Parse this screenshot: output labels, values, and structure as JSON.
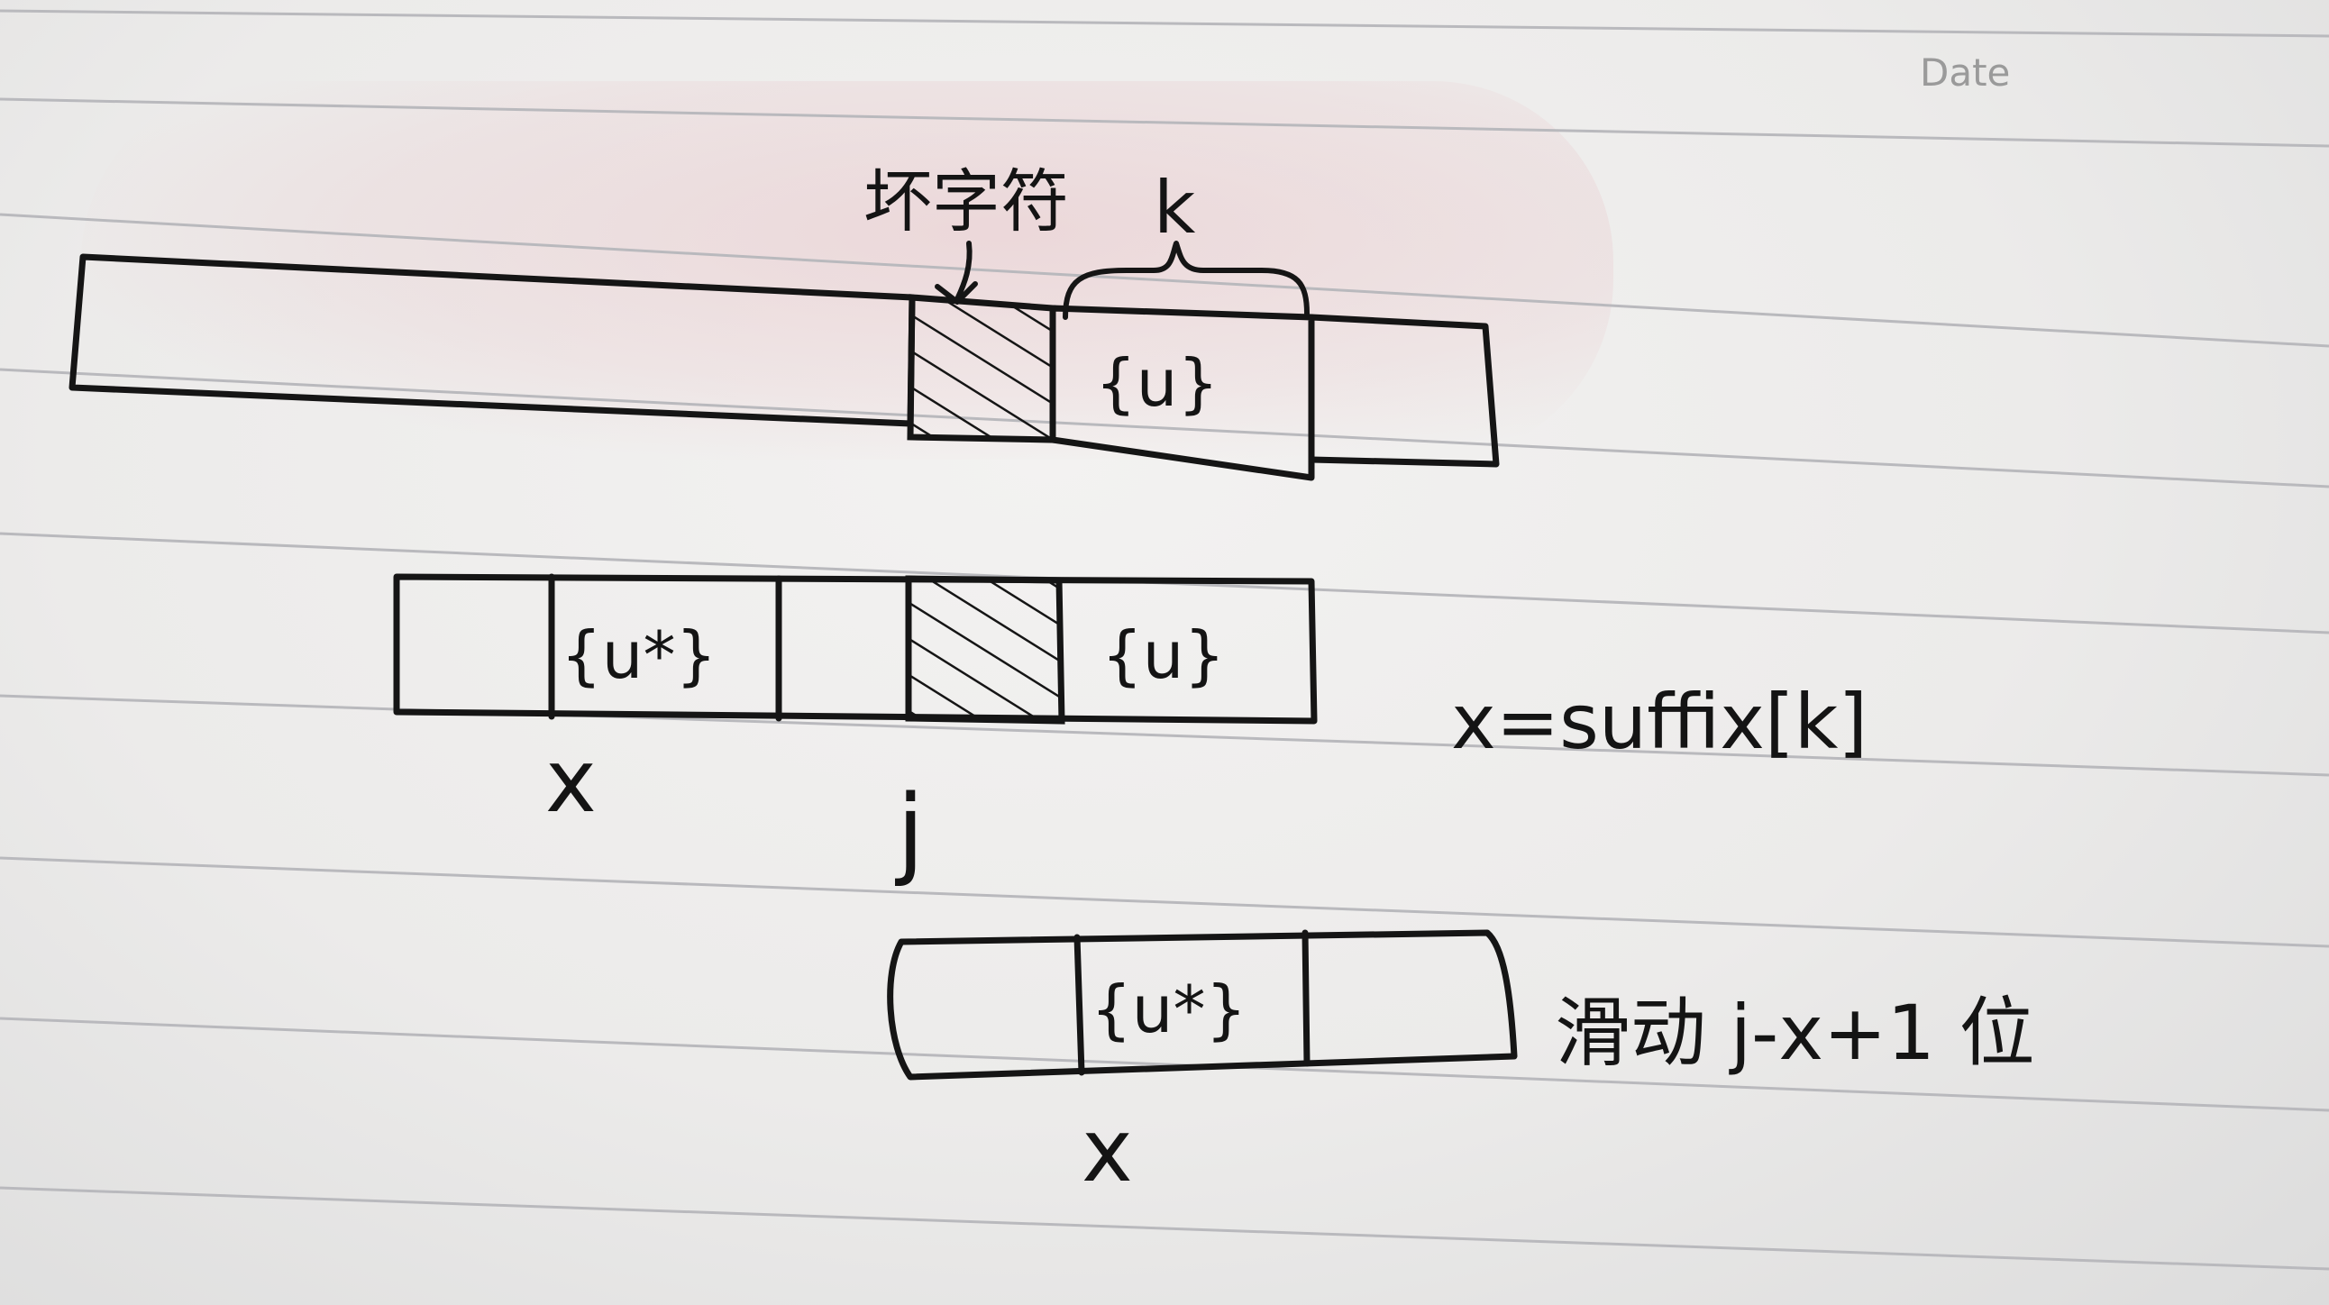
{
  "header": {
    "date_label": "Date"
  },
  "top_row": {
    "bad_char_label": "坏字符",
    "k_label": "k",
    "good_suffix_label": "{u}"
  },
  "middle_row": {
    "prefix_match_label": "{u*}",
    "good_suffix_label": "{u}",
    "x_label": "x",
    "j_label": "j",
    "formula": "x=suffix[k]"
  },
  "bottom_row": {
    "prefix_match_label": "{u*}",
    "x_label": "x",
    "slide_note": "滑动 j-x+1 位"
  },
  "colors": {
    "ink": "#151515",
    "paper": "#ecebea",
    "rule_line": "#b9b9bd",
    "stain": "#e8c4c8"
  }
}
